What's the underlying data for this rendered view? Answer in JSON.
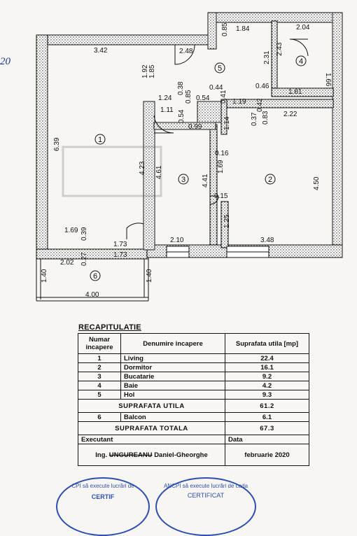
{
  "margin_note": "20",
  "plan": {
    "dimensions": [
      "3.42",
      "2.48",
      "1.84",
      "0.85",
      "2.04",
      "1.92",
      "1.85",
      "2.31",
      "2.43",
      "1.61",
      "0.46",
      "1.24",
      "0.38",
      "0.85",
      "0.54",
      "0.44",
      "0.41",
      "1.19",
      "1.11",
      "0.54",
      "0.99",
      "1.14",
      "0.37",
      "0.42",
      "0.83",
      "2.22",
      "6.39",
      "4.23",
      "4.61",
      "0.16",
      "4.41",
      "1.69",
      "4.50",
      "0.15",
      "1.25",
      "1.69",
      "0.39",
      "1.73",
      "1.73",
      "0.27",
      "2.10",
      "3.48",
      "2.02",
      "1.40",
      "1.40",
      "4.00",
      "1.66"
    ],
    "room_numbers": [
      "1",
      "2",
      "3",
      "4",
      "5",
      "6"
    ]
  },
  "recap": {
    "title": "RECAPITULATIE",
    "col_number": "Numar incapere",
    "col_name": "Denumire incapere",
    "col_area": "Suprafata utila [mp]",
    "rows": [
      {
        "nr": "1",
        "name": "Living",
        "area": "22.4"
      },
      {
        "nr": "2",
        "name": "Dormitor",
        "area": "16.1"
      },
      {
        "nr": "3",
        "name": "Bucatarie",
        "area": "9.2"
      },
      {
        "nr": "4",
        "name": "Baie",
        "area": "4.2"
      },
      {
        "nr": "5",
        "name": "Hol",
        "area": "9.3"
      }
    ],
    "useful_label": "SUPRAFATA UTILA",
    "useful_value": "61.2",
    "balcony": {
      "nr": "6",
      "name": "Balcon",
      "area": "6.1"
    },
    "total_label": "SUPRAFATA TOTALA",
    "total_value": "67.3",
    "executant_label": "Executant",
    "data_label": "Data",
    "engineer_prefix": "Ing.",
    "engineer_strike": "UNGUREANU",
    "engineer_name": "Daniel-Gheorghe",
    "date_value": "februarie 2020"
  },
  "stamps": {
    "left": "CPI să execute lucrări de",
    "right": "ANCPI să execute lucrări de cada",
    "right_inner": "CERTIFICAT",
    "left_inner": "CERTIF"
  }
}
